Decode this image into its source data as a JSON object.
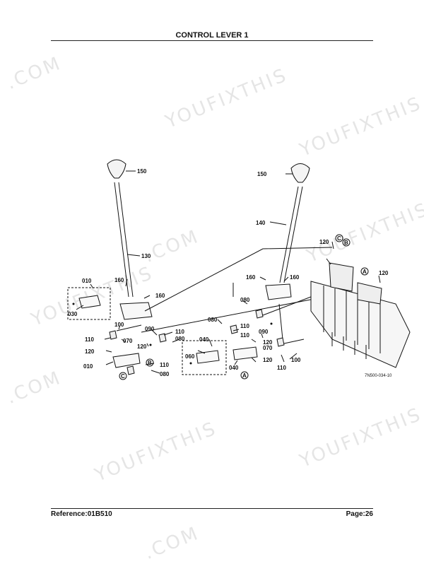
{
  "header": {
    "title": "CONTROL LEVER 1"
  },
  "footer": {
    "reference": "Reference:01B510",
    "page": "Page:26"
  },
  "watermarks": [
    "YOUFIXTHIS",
    ".COM",
    "YOUFIXTHIS.COM",
    "YOUFIXTHIS",
    ".COM",
    "YOUFIXTHIS.COM",
    "YOUFIXTHIS",
    ".COM",
    "YOUFIXTHIS",
    ".COM"
  ],
  "diagram": {
    "code": "7N500-034-10",
    "callouts": {
      "l150": "150",
      "l130": "130",
      "l160a": "160",
      "l160b": "160",
      "l010a": "010",
      "l030": "030",
      "l100a": "100",
      "l110a": "110",
      "l070a": "070",
      "l120a": "120",
      "l010b": "010",
      "l090a": "090",
      "l110b": "110",
      "l120b": "120",
      "l080a": "080",
      "l110c": "110",
      "l080b": "080",
      "r150": "150",
      "r140": "140",
      "r120a": "120",
      "r120b": "120",
      "r160a": "160",
      "r160b": "160",
      "r080a": "080",
      "r080b": "080",
      "r110a": "110",
      "r090": "090",
      "r110b": "110",
      "r040a": "040",
      "r060": "060",
      "r040b": "040",
      "r070": "070",
      "r120c": "120",
      "r110c": "110",
      "r100": "100",
      "r120d": "120"
    },
    "markers": {
      "b1": "B",
      "c1": "C",
      "c2": "C",
      "b2": "B",
      "a1": "A",
      "a2": "A"
    }
  }
}
